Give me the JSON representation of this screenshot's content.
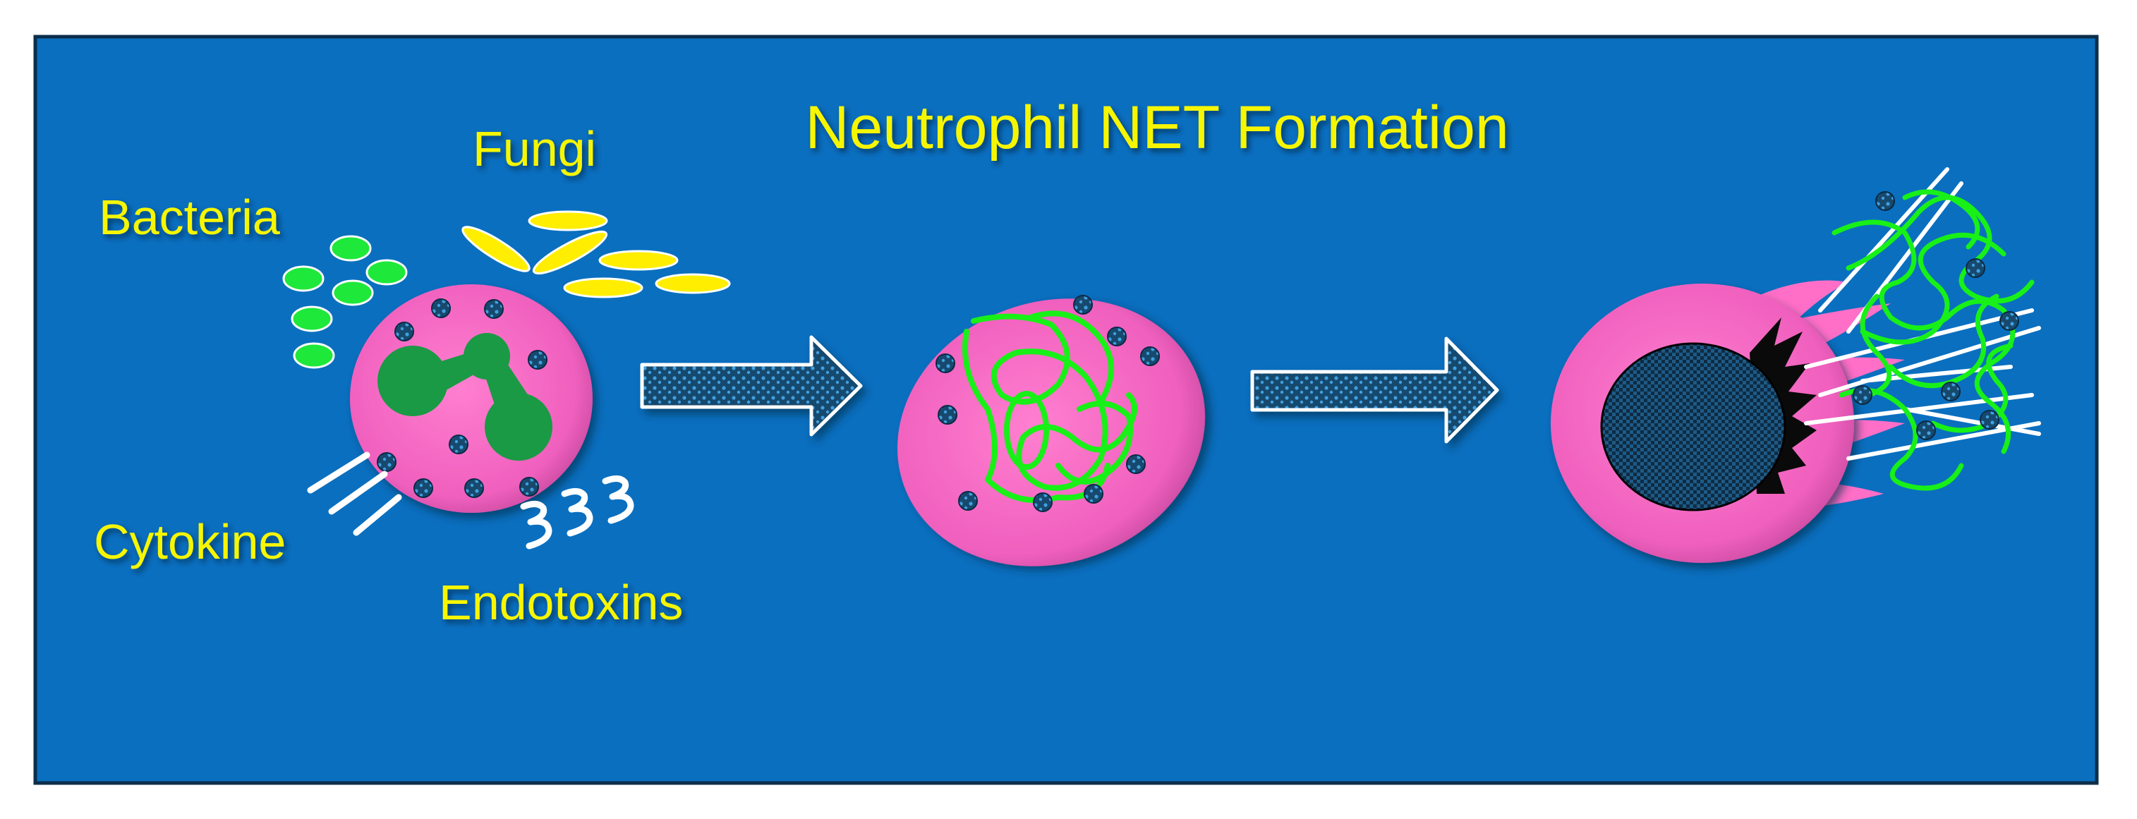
{
  "title": "Neutrophil NET Formation",
  "labels": {
    "bacteria": "Bacteria",
    "fungi": "Fungi",
    "cytokine": "Cytokine",
    "endotoxins": "Endotoxins"
  },
  "colors": {
    "background": "#0a6fbf",
    "frame_border": "#0c2e4a",
    "label_text": "#f6f600",
    "cell_body": "#ff6ec7",
    "nucleus": "#1a9a44",
    "granule": "#123a5a",
    "chromatin": "#18f018",
    "bacteria": "#1ee83a",
    "fungi": "#ffee00",
    "arrow_fill": "#17496e",
    "arrow_outline": "#ffffff"
  },
  "stages": [
    "resting-neutrophil-with-stimuli",
    "decondensed-chromatin-neutrophil",
    "net-releasing-neutrophil"
  ]
}
